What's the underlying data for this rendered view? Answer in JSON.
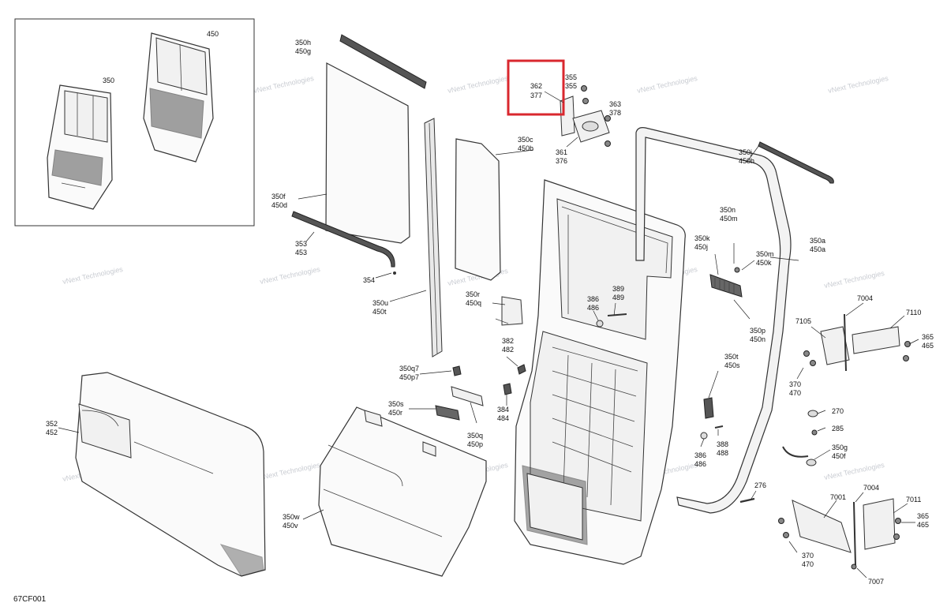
{
  "diagram_id": "67CF001",
  "watermark": {
    "line1": "vNext",
    "line2": "Technologies",
    "line_single": "vNext Technologies"
  },
  "highlight": {
    "color": "#d9272e",
    "labels": [
      "362",
      "377"
    ]
  },
  "inset_labels": [
    "450",
    "350"
  ],
  "labels": {
    "l350h": "350h",
    "l450g": "450g",
    "l350f": "350f",
    "l450d": "450d",
    "l353": "353",
    "l453": "453",
    "l354": "354",
    "l350u": "350u",
    "l450t": "450t",
    "l350c": "350c",
    "l450b": "450b",
    "l362": "362",
    "l377": "377",
    "l355a": "355",
    "l355b": "355",
    "l363": "363",
    "l378": "378",
    "l361": "361",
    "l376": "376",
    "l350j": "350j",
    "l450h": "450h",
    "l350n": "350n",
    "l450m": "450m",
    "l350k": "350k",
    "l450j": "450j",
    "l350m": "350m",
    "l450k": "450k",
    "l350a": "350a",
    "l450a": "450a",
    "l350r": "350r",
    "l450q": "450q",
    "l389": "389",
    "l489": "489",
    "l386a": "386",
    "l486a": "486",
    "l350p": "350p",
    "l450n": "450n",
    "l382": "382",
    "l482": "482",
    "l350q7": "350q7",
    "l450p7": "450p7",
    "l350s": "350s",
    "l450r": "450r",
    "l384": "384",
    "l484": "484",
    "l350q": "350q",
    "l450p": "450p",
    "l350t": "350t",
    "l450s": "450s",
    "l352": "352",
    "l452": "452",
    "l350w": "350w",
    "l450v": "450v",
    "l386b": "386",
    "l486b": "486",
    "l388": "388",
    "l488": "488",
    "l7004a": "7004",
    "l7105": "7105",
    "l7110": "7110",
    "l365a": "365",
    "l465a": "465",
    "l370a": "370",
    "l470a": "470",
    "l270": "270",
    "l285": "285",
    "l350g": "350g",
    "l450f": "450f",
    "l276": "276",
    "l7001": "7001",
    "l7004b": "7004",
    "l7011": "7011",
    "l365b": "365",
    "l465b": "465",
    "l370b": "370",
    "l470b": "470",
    "l7007": "7007"
  }
}
